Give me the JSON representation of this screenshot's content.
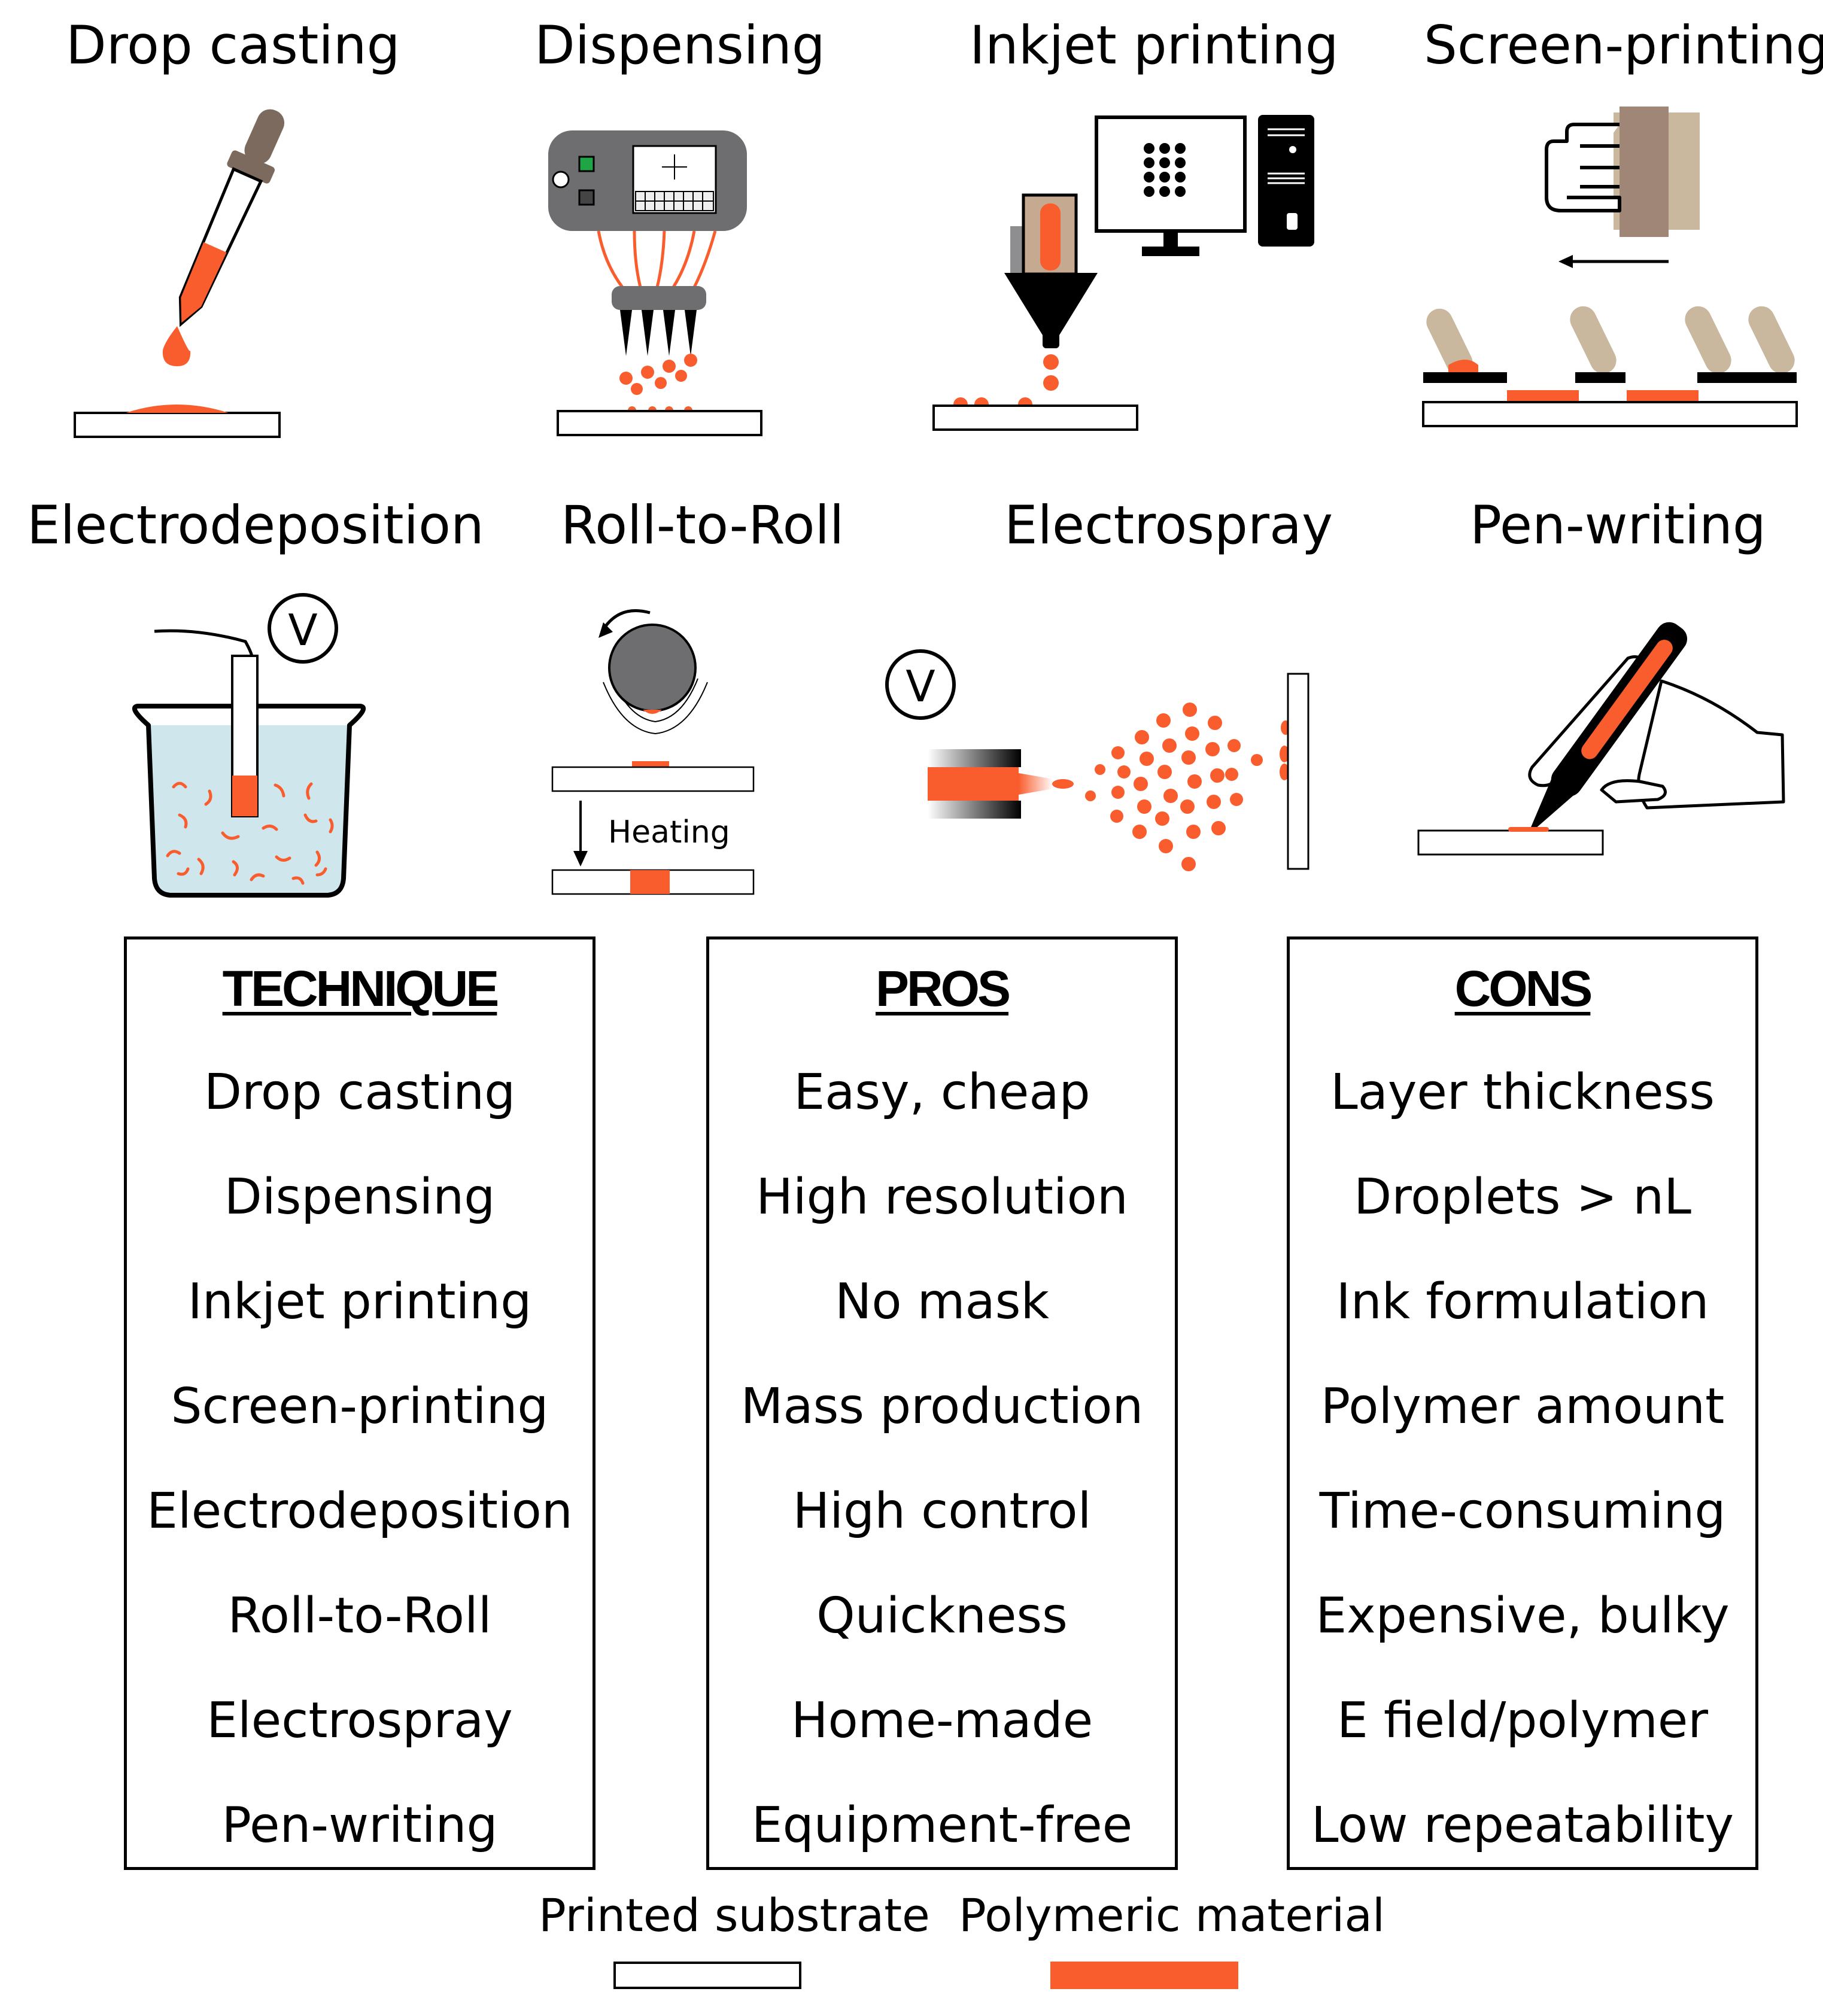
{
  "colors": {
    "polymer": "#F95D2D",
    "substrate_fill": "#FFFFFF",
    "outline": "#000000",
    "liquid": "#CFE6EC",
    "gray_device": "#6E6E70",
    "dropper_bulb": "#7C6A5F",
    "squeegee": "#C9B79E"
  },
  "techniques": [
    {
      "title": "Drop casting"
    },
    {
      "title": "Dispensing"
    },
    {
      "title": "Inkjet printing"
    },
    {
      "title": "Screen-printing"
    },
    {
      "title": "Electrodeposition"
    },
    {
      "title": "Roll-to-Roll"
    },
    {
      "title": "Electrospray"
    },
    {
      "title": "Pen-writing"
    }
  ],
  "annotations": {
    "voltage_symbol": "V",
    "heating_label": "Heating"
  },
  "table": {
    "technique": {
      "header": "TECHNIQUE",
      "items": [
        "Drop casting",
        "Dispensing",
        "Inkjet printing",
        "Screen-printing",
        "Electrodeposition",
        "Roll-to-Roll",
        "Electrospray",
        "Pen-writing"
      ]
    },
    "pros": {
      "header": "PROS",
      "items": [
        "Easy, cheap",
        "High resolution",
        "No mask",
        "Mass production",
        "High control",
        "Quickness",
        "Home-made",
        "Equipment-free"
      ]
    },
    "cons": {
      "header": "CONS",
      "items": [
        "Layer thickness",
        "Droplets > nL",
        "Ink formulation",
        "Polymer amount",
        "Time-consuming",
        "Expensive, bulky",
        "E field/polymer",
        "Low repeatability"
      ]
    }
  },
  "legend": {
    "substrate_label": "Printed substrate",
    "polymer_label": "Polymeric material"
  }
}
